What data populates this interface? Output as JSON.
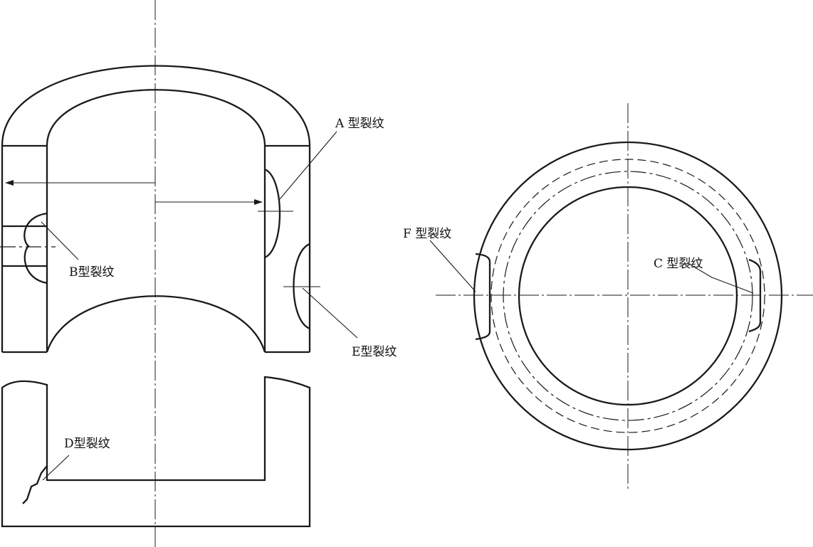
{
  "labels": {
    "a": "A 型裂纹",
    "b": "B型裂纹",
    "c": "C 型裂纹",
    "d": "D型裂纹",
    "e": "E型裂纹",
    "f": "F 型裂纹"
  },
  "colors": {
    "stroke": "#1a1a1a",
    "background": "#ffffff"
  }
}
